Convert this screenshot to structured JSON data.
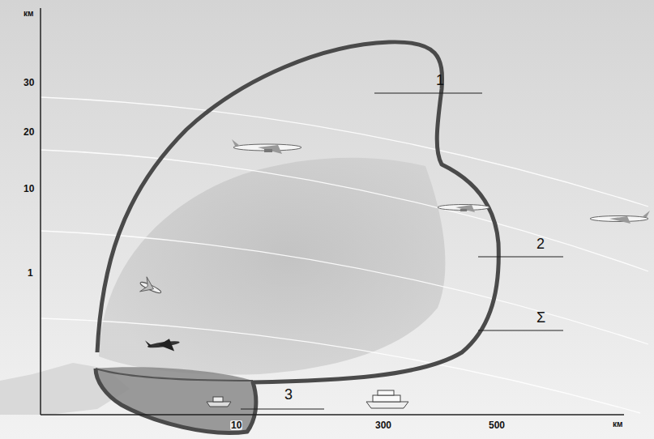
{
  "diagram": {
    "labels": [
      "км",
      "30",
      "20",
      "10",
      "1",
      "10",
      "300",
      "500",
      "км",
      "1",
      "2",
      "Σ",
      "3"
    ]
  }
}
